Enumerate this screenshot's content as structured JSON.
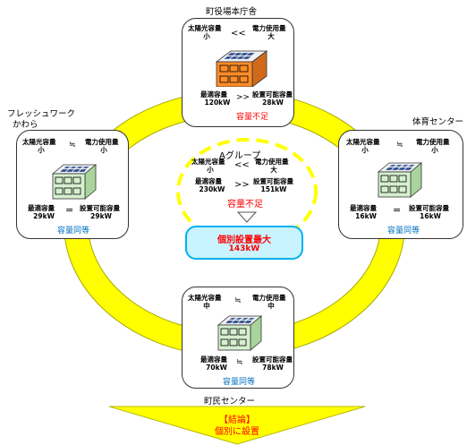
{
  "colors": {
    "ring": "#ffff00",
    "ring_edge": "#a8a800",
    "insufficient": "#ff0000",
    "equal": "#0070c0",
    "orange_building": "#ff8c28",
    "green_building": "#d6f0cf",
    "pill_fill": "#c8f3ff",
    "pill_border": "#00b0f0",
    "conclusion_fill": "#ffff00"
  },
  "nodes": {
    "town_hall": {
      "title": "町役場本庁舎",
      "solar_label": "太陽光容量",
      "solar_level": "小",
      "compare_top": "<<",
      "power_label": "電力使用量",
      "power_level": "大",
      "optimal_label": "最適容量",
      "optimal_value": "120kW",
      "compare_bottom": ">>",
      "installable_label": "設置可能容量",
      "installable_value": "28kW",
      "status": "容量不足"
    },
    "fresh_work": {
      "title_line1": "フレッシュワーク",
      "title_line2": "かわら",
      "solar_label": "太陽光容量",
      "solar_level": "小",
      "compare_top": "≒",
      "power_label": "電力使用量",
      "power_level": "小",
      "optimal_label": "最適容量",
      "optimal_value": "29kW",
      "compare_bottom": "=",
      "installable_label": "設置可能容量",
      "installable_value": "29kW",
      "status": "容量同等"
    },
    "gym_center": {
      "title": "体育センター",
      "solar_label": "太陽光容量",
      "solar_level": "小",
      "compare_top": "≒",
      "power_label": "電力使用量",
      "power_level": "小",
      "optimal_label": "最適容量",
      "optimal_value": "16kW",
      "compare_bottom": "=",
      "installable_label": "設置可能容量",
      "installable_value": "16kW",
      "status": "容量同等"
    },
    "civic_center": {
      "title": "町民センター",
      "solar_label": "太陽光容量",
      "solar_level": "中",
      "compare_top": "≒",
      "power_label": "電力使用量",
      "power_level": "中",
      "optimal_label": "最適容量",
      "optimal_value": "70kW",
      "compare_bottom": "≒",
      "installable_label": "設置可能容量",
      "installable_value": "78kW",
      "status": "容量同等"
    }
  },
  "group": {
    "title": "Aグループ",
    "solar_label": "太陽光容量",
    "solar_level": "小",
    "compare_top": "<<",
    "power_label": "電力使用量",
    "power_level": "大",
    "optimal_label": "最適容量",
    "optimal_value": "230kW",
    "compare_bottom": ">>",
    "installable_label": "設置可能容量",
    "installable_value": "151kW",
    "status": "容量不足",
    "pill_line1": "個別設置最大",
    "pill_line2": "143kW"
  },
  "conclusion": {
    "line1": "【結論】",
    "line2": "個別に設置"
  }
}
